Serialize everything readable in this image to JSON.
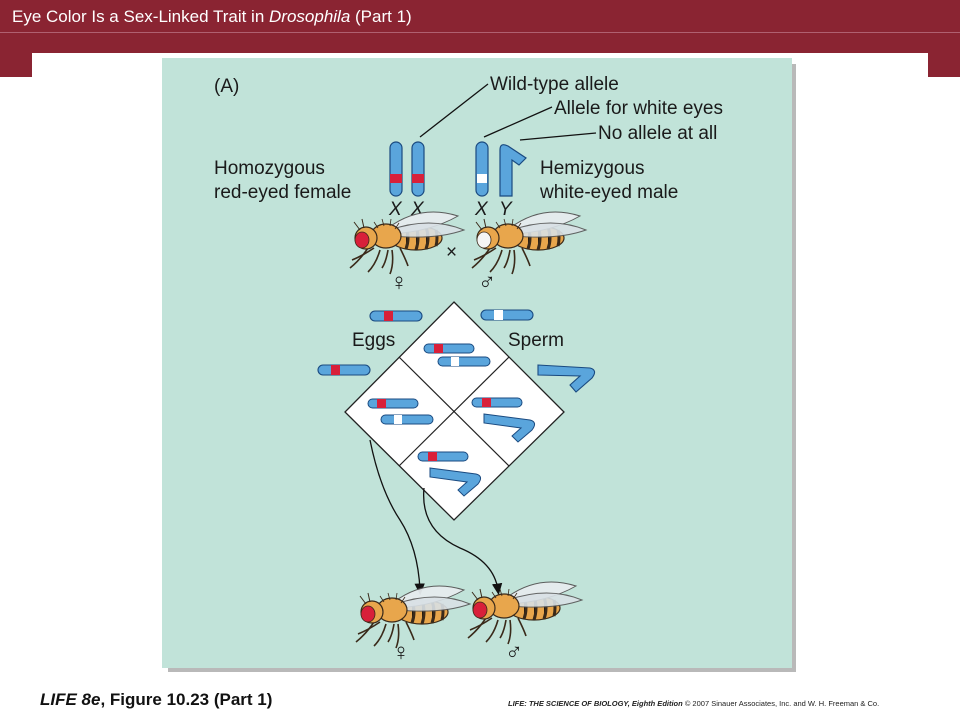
{
  "slide": {
    "title_prefix": "Eye Color Is a Sex-Linked Trait in ",
    "title_italic": "Drosophila",
    "title_suffix": " (Part 1)"
  },
  "figure": {
    "panel_label": "(A)",
    "legend": {
      "wild_type": "Wild-type allele",
      "white_eyes": "Allele for white eyes",
      "no_allele": "No allele at all"
    },
    "female_label_1": "Homozygous",
    "female_label_2": "red-eyed female",
    "male_label_1": "Hemizygous",
    "male_label_2": "white-eyed male",
    "chrom_x1": "X",
    "chrom_x2": "X",
    "chrom_x3": "X",
    "chrom_y": "Y",
    "cross_symbol": "×",
    "female_symbol": "♀",
    "male_symbol": "♂",
    "eggs": "Eggs",
    "sperm": "Sperm",
    "offspring_female_symbol": "♀",
    "offspring_male_symbol": "♂",
    "colors": {
      "chromosome": "#5aa5dc",
      "wild_band": "#d8203a",
      "white_band": "#ffffff",
      "fly_body": "#e8a64c",
      "red_eye": "#d8203a",
      "white_eye": "#f5f5f5"
    }
  },
  "footer": {
    "book_italic": "LIFE 8e",
    "figure_ref": ", Figure 10.23 (Part 1)",
    "credit_italic": "LIFE: THE SCIENCE OF BIOLOGY, Eighth Edition",
    "credit_rest": "  © 2007 Sinauer Associates, Inc. and W. H. Freeman & Co."
  }
}
